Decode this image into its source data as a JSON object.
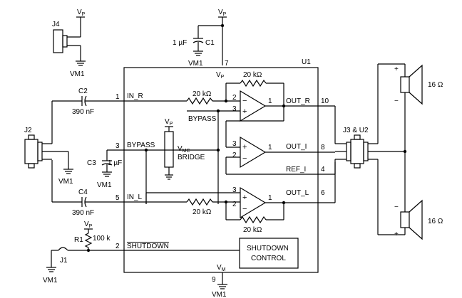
{
  "vp": "V",
  "vp_sub": "P",
  "vm": "V",
  "vm_sub": "M",
  "vm1": "VM1",
  "j4": "J4",
  "j2": "J2",
  "j1": "J1",
  "c1_val": "1 µF",
  "c1": "C1",
  "c2": "C2",
  "c2_val": "390 nF",
  "c3": "C3",
  "c3_val": "1 µF",
  "c4": "C4",
  "c4_val": "390 nF",
  "u1": "U1",
  "r1": "R1",
  "r1_val": "100 k",
  "j3u2": "J3 & U2",
  "pins": {
    "p1": "1",
    "p2": "2",
    "p3": "3",
    "p4": "4",
    "p5": "5",
    "p6": "6",
    "p7": "7",
    "p8": "8",
    "p9": "9",
    "p10": "10"
  },
  "in_r": "IN_R",
  "in_l": "IN_L",
  "bypass": "BYPASS",
  "bypass2": "BYPASS",
  "shutdown": "SHUTDOWN",
  "shutdown_control_1": "SHUTDOWN",
  "shutdown_control_2": "CONTROL",
  "vmc_v": "V",
  "vmc_sub": "MC",
  "bridge": "BRIDGE",
  "out_r": "OUT_R",
  "out_i": "OUT_I",
  "out_l": "OUT_L",
  "ref_i": "REF_I",
  "r20k": "20 kΩ",
  "ohm16": "16 Ω",
  "plus": "+",
  "minus": "−",
  "op1": {
    "p2": "2",
    "p3": "3",
    "p1": "1"
  },
  "op2": {
    "p3": "3",
    "p2": "2",
    "p1": "1"
  },
  "op3": {
    "p3": "3",
    "p2": "2",
    "p1": "1"
  }
}
